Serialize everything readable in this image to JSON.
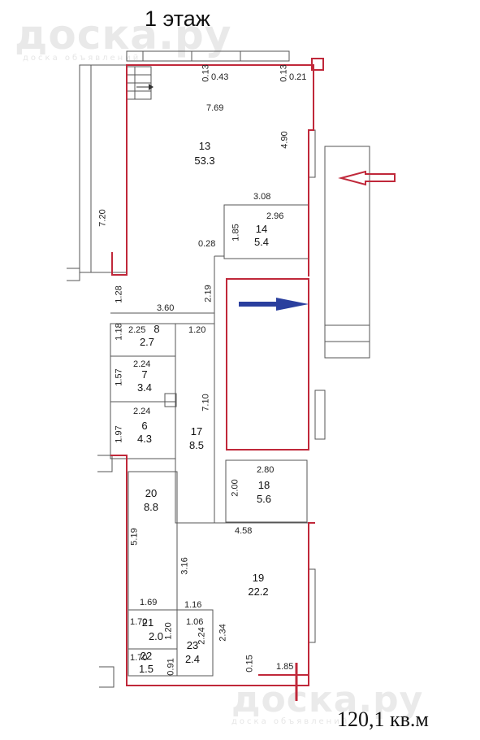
{
  "title": "1 этаж",
  "watermark": {
    "main": "доска.ру",
    "sub": "доска объявлений"
  },
  "total_area": "120,1 кв.м",
  "colors": {
    "walls": "#c0283a",
    "entrance_arrow": "#c0283a",
    "inner_arrow": "#2a3f9e",
    "lines": "#555555"
  },
  "icons": {
    "entrance_arrow": "arrow-left-outline-icon",
    "inner_arrow": "arrow-right-icon",
    "stair_arrow": "arrow-right-icon"
  },
  "rooms": [
    {
      "id": "13",
      "area": "53.3"
    },
    {
      "id": "14",
      "area": "5.4"
    },
    {
      "id": "8",
      "area": "2.7"
    },
    {
      "id": "7",
      "area": "3.4"
    },
    {
      "id": "6",
      "area": "4.3"
    },
    {
      "id": "17",
      "area": "8.5"
    },
    {
      "id": "18",
      "area": "5.6"
    },
    {
      "id": "20",
      "area": "8.8"
    },
    {
      "id": "19",
      "area": "22.2"
    },
    {
      "id": "21",
      "area": "2.0"
    },
    {
      "id": "23",
      "area": "2.4"
    },
    {
      "id": "22",
      "area": "1.5"
    }
  ],
  "dims": {
    "d013a": "0.13",
    "d043": "0.43",
    "d013b": "0.13",
    "d021": "0.21",
    "d769": "7.69",
    "d490": "4.90",
    "d720": "7.20",
    "d308": "3.08",
    "d296": "2.96",
    "d185a": "1.85",
    "d028": "0.28",
    "d128": "1.28",
    "d219": "2.19",
    "d360": "3.60",
    "d225": "2.25",
    "d118": "1.18",
    "d120a": "1.20",
    "d224a": "2.24",
    "d157": "1.57",
    "d710": "7.10",
    "d224b": "2.24",
    "d197": "1.97",
    "d280": "2.80",
    "d200": "2.00",
    "d458": "4.58",
    "d519": "5.19",
    "d316": "3.16",
    "d169": "1.69",
    "d116": "1.16",
    "d170a": "1.70",
    "d120b": "1.20",
    "d106": "1.06",
    "d224c": "2.24",
    "d234": "2.34",
    "d170b": "1.70",
    "d091": "0.91",
    "d015": "0.15",
    "d185b": "1.85"
  }
}
